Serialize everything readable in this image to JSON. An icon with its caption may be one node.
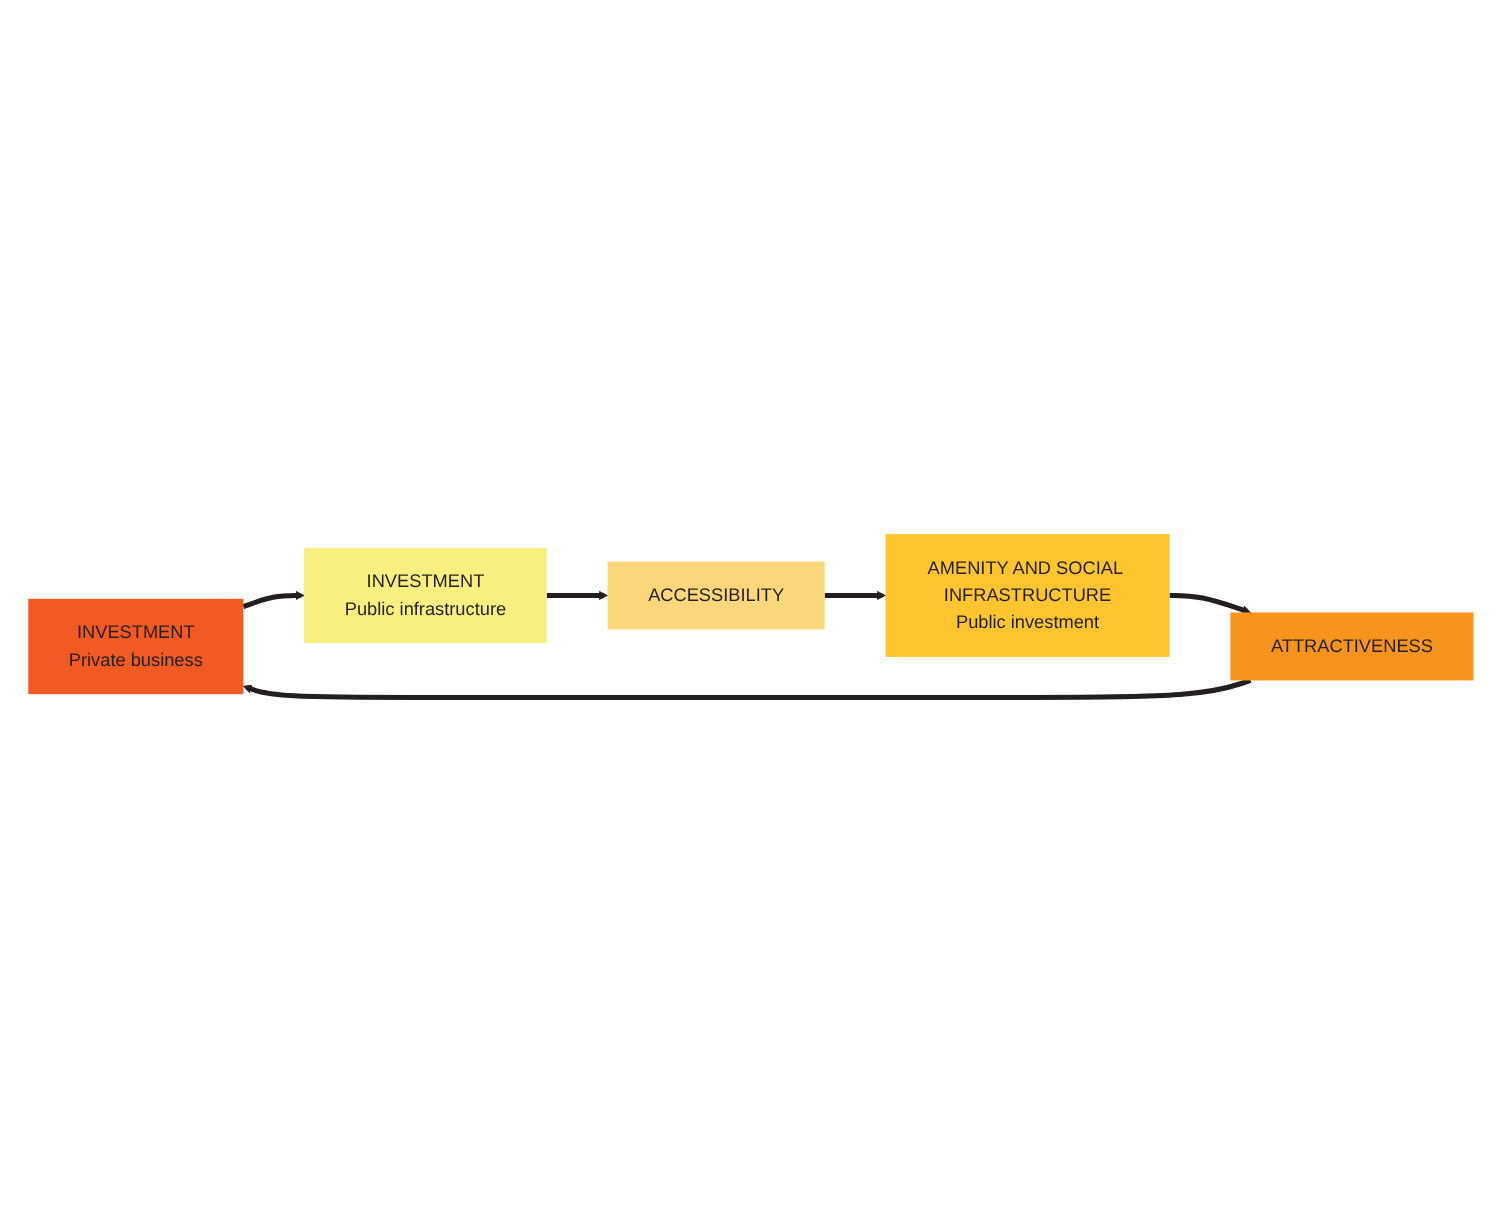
{
  "diagram": {
    "nodes": [
      {
        "text": [
          "INVESTMENT",
          "Private business"
        ]
      },
      {
        "text": [
          "INVESTMENT",
          "Public infrastructure"
        ]
      },
      {
        "text": [
          "ACCESSIBILITY"
        ]
      },
      {
        "text": [
          "AMENITY AND SOCIAL INFRASTRUCTURE",
          "Public investment"
        ]
      },
      {
        "text": [
          "ATTRACTIVENESS"
        ]
      }
    ],
    "edges": [
      {
        "from": 0,
        "to": 1,
        "arrow": "to"
      },
      {
        "from": 1,
        "to": 2,
        "arrow": "to"
      },
      {
        "from": 2,
        "to": 3,
        "arrow": "to"
      },
      {
        "from": 3,
        "to": 4,
        "arrow": "to"
      },
      {
        "from": 4,
        "to": 0,
        "arrow": "to"
      }
    ]
  }
}
